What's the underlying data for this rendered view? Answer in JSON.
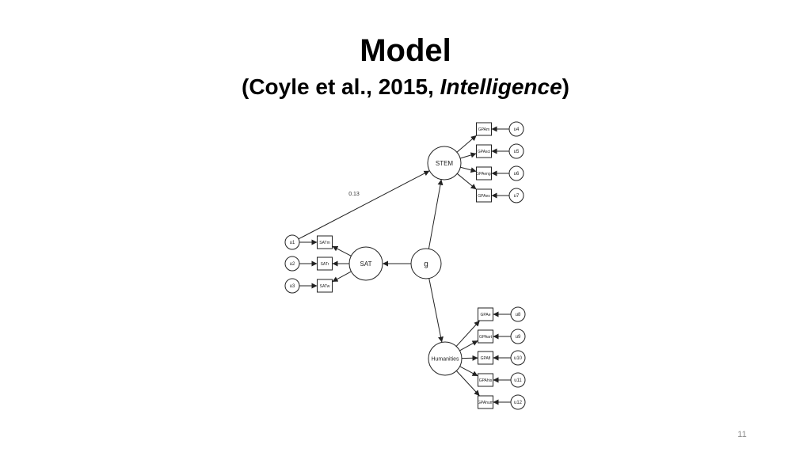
{
  "slide": {
    "title": "Model",
    "subtitle_prefix": "(Coyle et al., 2015, ",
    "subtitle_journal": "Intelligence",
    "subtitle_suffix": ")",
    "page_number": "11"
  },
  "diagram": {
    "latent": {
      "stem": "STEM",
      "sat": "SAT",
      "g": "g",
      "humanities": "Humanities"
    },
    "path_coefficient": "0.13",
    "sat_indicators": [
      "SATm",
      "SATr",
      "SATw"
    ],
    "sat_errors": [
      "u1",
      "u2",
      "u3"
    ],
    "stem_indicators": [
      "GPAm",
      "GPAsci",
      "GPAengi",
      "GPAes"
    ],
    "stem_errors": [
      "u4",
      "u5",
      "u6",
      "u7"
    ],
    "humanities_indicators": [
      "GPAe",
      "GPAart",
      "GPAfl",
      "GPAhis",
      "GPAhum"
    ],
    "humanities_errors": [
      "u8",
      "u9",
      "u10",
      "u11",
      "u12"
    ]
  }
}
